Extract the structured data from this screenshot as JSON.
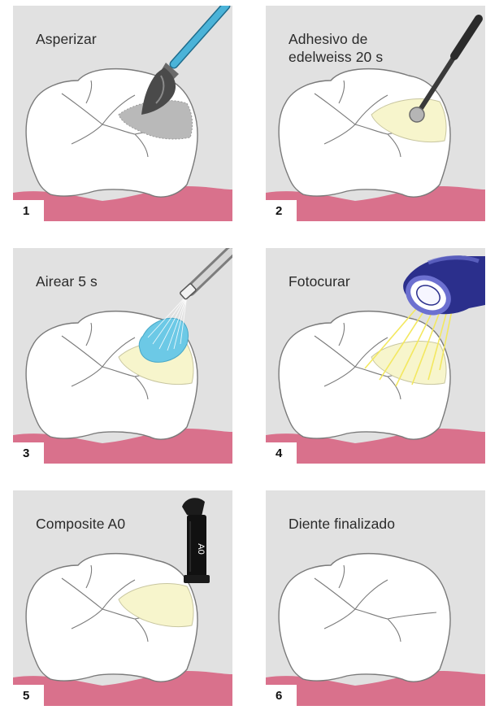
{
  "colors": {
    "panel_background": "#e1e1e1",
    "gum": "#d9718c",
    "tooth": "#ffffff",
    "adhesive": "#f7f5cc",
    "brush_handle": "#4bb3d8",
    "air_spray": "#6cc9e6",
    "curing_light": "#2b2f8c",
    "light_beam": "#f3e860"
  },
  "steps": [
    {
      "number": "1",
      "caption": "Asperizar",
      "tool": "brush-icon"
    },
    {
      "number": "2",
      "caption": "Adhesivo de\nedelweiss 20 s",
      "tool": "applicator-icon"
    },
    {
      "number": "3",
      "caption": "Airear 5 s",
      "tool": "air-syringe-icon"
    },
    {
      "number": "4",
      "caption": "Fotocurar",
      "tool": "curing-light-icon"
    },
    {
      "number": "5",
      "caption": "Composite A0",
      "tool": "composite-capsule-icon",
      "capsule_label": "A0"
    },
    {
      "number": "6",
      "caption": "Diente finalizado",
      "tool": ""
    }
  ]
}
